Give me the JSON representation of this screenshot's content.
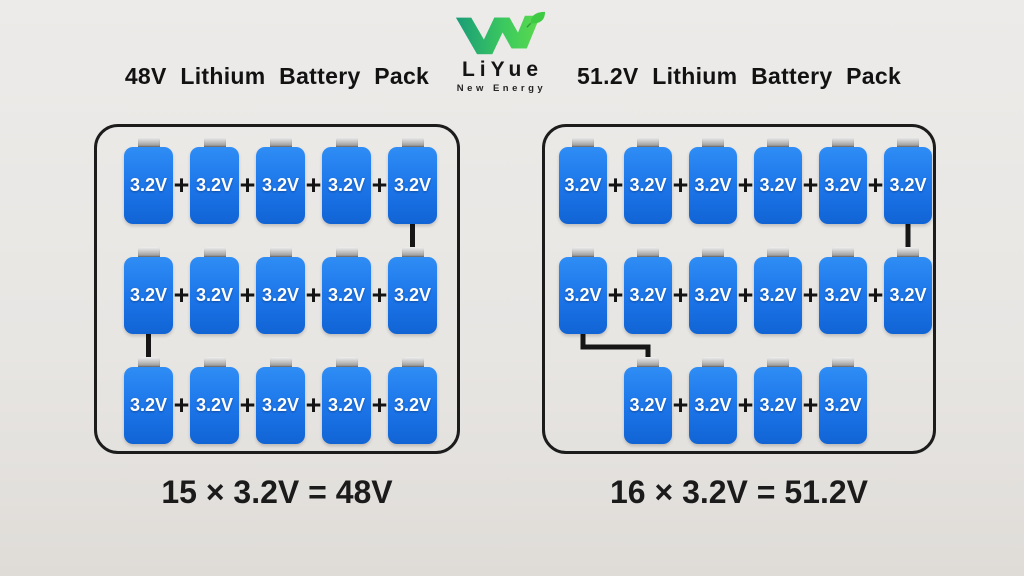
{
  "logo": {
    "brand": "LiYue",
    "subtitle": "New Energy",
    "mark_icon": "liyue-wing-leaf-logo",
    "green_dark": "#17997a",
    "green_light": "#63de49",
    "leaf_green": "#3fca43"
  },
  "packs": [
    {
      "title": "48V Lithium Battery Pack",
      "cell_voltage": "3.2V",
      "cell_count": 15,
      "rows": [
        5,
        5,
        5
      ],
      "row_offsets": [
        0,
        0,
        0
      ],
      "links": [
        {
          "from_row": 0,
          "from_cell": "last",
          "to_row": 1,
          "to_cell": "last"
        },
        {
          "from_row": 1,
          "from_cell": "first",
          "to_row": 2,
          "to_cell": "first"
        }
      ],
      "formula": "15 × 3.2V = 48V"
    },
    {
      "title": "51.2V Lithium Battery Pack",
      "cell_voltage": "3.2V",
      "cell_count": 16,
      "rows": [
        6,
        6,
        4
      ],
      "row_offsets": [
        0,
        0,
        1
      ],
      "links": [
        {
          "from_row": 0,
          "from_cell": "last",
          "to_row": 1,
          "to_cell": "last"
        },
        {
          "from_row": 1,
          "from_cell": "first",
          "to_row": 2,
          "to_cell": "first"
        }
      ],
      "formula": "16 × 3.2V = 51.2V"
    }
  ],
  "colors": {
    "battery_blue": "#1b74e8",
    "battery_blue_dark": "#1164d4",
    "terminal_gray": "#bdbdbd",
    "wire_black": "#161616",
    "text_black": "#121212",
    "background_gray": "#e8e6e3"
  }
}
